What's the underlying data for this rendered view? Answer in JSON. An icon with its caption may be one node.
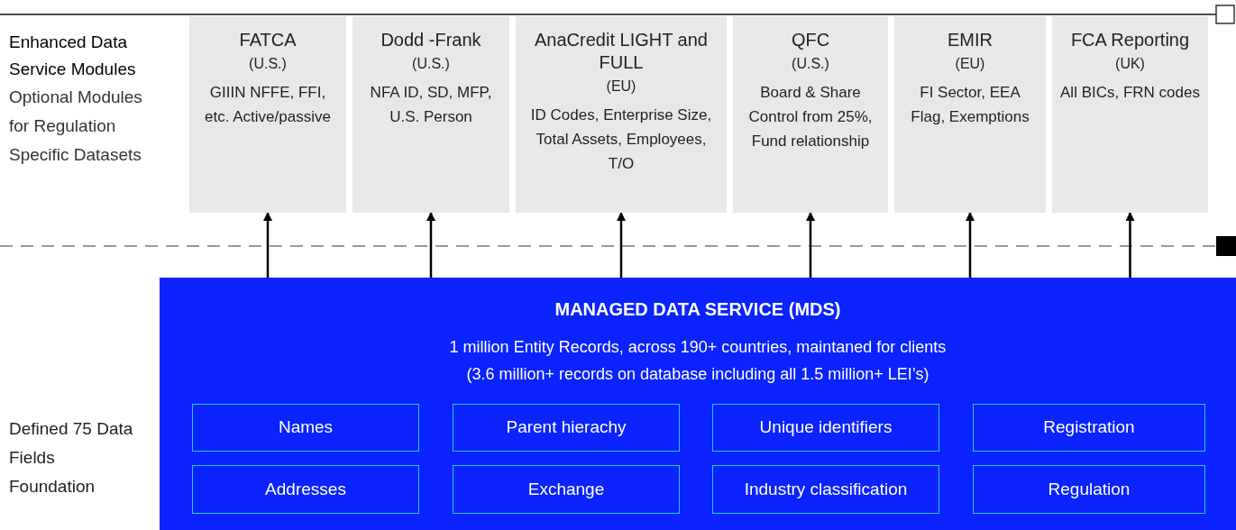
{
  "diagram": {
    "nodes": [
      {
        "text": [
          "FATCA",
          "(U.S.)",
          "GIIIN NFFE, FFI, etc. Active/passive"
        ]
      },
      {
        "text": [
          "Dodd -Frank",
          "(U.S.)",
          "NFA ID, SD, MFP, U.S. Person"
        ]
      },
      {
        "text": [
          "AnaCredit LIGHT and FULL",
          "(EU)",
          "ID Codes, Enterprise Size, Total Assets, Employees, T/O"
        ]
      },
      {
        "text": [
          "QFC",
          "(U.S.)",
          "Board & Share Control from 25%, Fund relationship"
        ]
      },
      {
        "text": [
          "EMIR",
          "(EU)",
          "FI Sector, EEA Flag, Exemptions"
        ]
      },
      {
        "text": [
          "FCA Reporting",
          "(UK)",
          "All BICs, FRN codes"
        ]
      },
      {
        "text": [
          "MANAGED DATA SERVICE (MDS)",
          "1 million Entity Records, across 190+ countries, maintaned for clients",
          "(3.6 million+ records on database including all 1.5 million+ LEI’s)"
        ]
      },
      {
        "text": [
          "Names"
        ],
        "in": 6
      },
      {
        "text": [
          "Parent hierachy"
        ],
        "in": 6
      },
      {
        "text": [
          "Unique identifiers"
        ],
        "in": 6
      },
      {
        "text": [
          "Registration"
        ],
        "in": 6
      },
      {
        "text": [
          "Addresses"
        ],
        "in": 6
      },
      {
        "text": [
          "Exchange"
        ],
        "in": 6
      },
      {
        "text": [
          "Industry classification"
        ],
        "in": 6
      },
      {
        "text": [
          "Regulation"
        ],
        "in": 6
      }
    ],
    "edges": [
      {
        "from": 6,
        "to": 0,
        "arrow": "to"
      },
      {
        "from": 6,
        "to": 1,
        "arrow": "to"
      },
      {
        "from": 6,
        "to": 2,
        "arrow": "to"
      },
      {
        "from": 6,
        "to": 3,
        "arrow": "to"
      },
      {
        "from": 6,
        "to": 4,
        "arrow": "to"
      },
      {
        "from": 6,
        "to": 5,
        "arrow": "to"
      }
    ],
    "labels": [
      "Enhanced Data Service Modules",
      "Optional Modules for Regulation Specific Datasets",
      "Defined 75 Data Fields Foundation"
    ]
  }
}
